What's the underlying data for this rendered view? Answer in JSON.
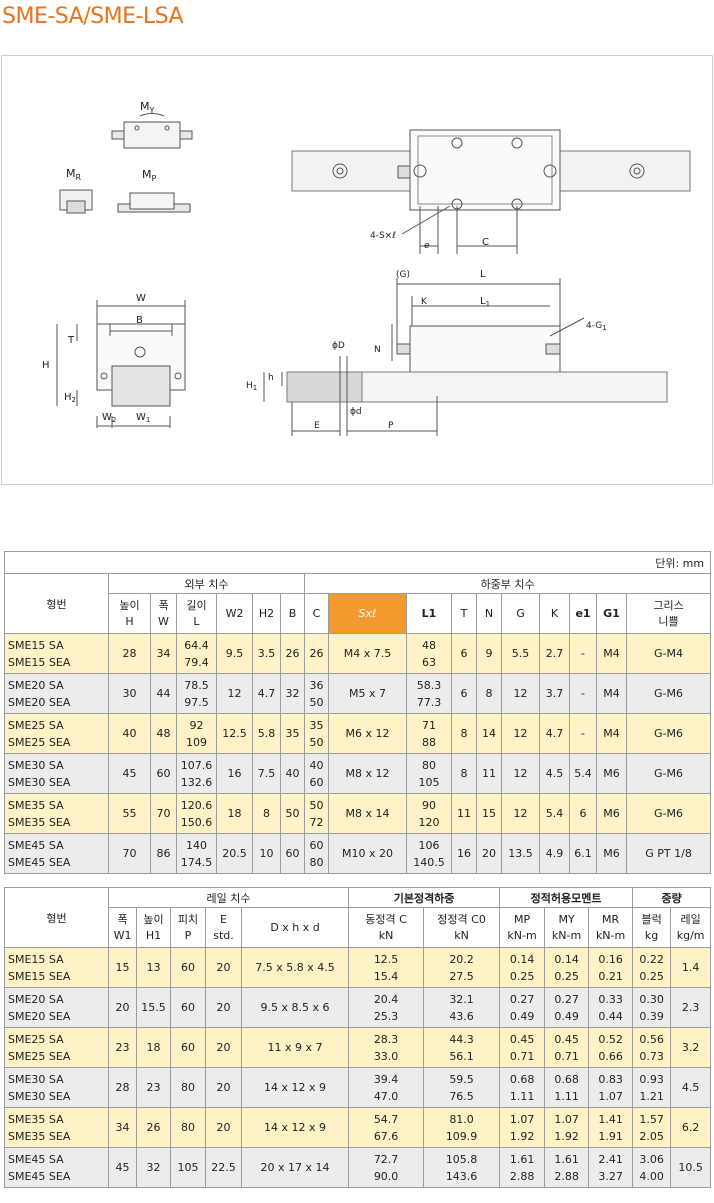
{
  "title": "SME-SA/SME-LSA",
  "unit_label": "단위: mm",
  "diagram": {
    "labels": {
      "my_main": "M",
      "my_sub": "Y",
      "mr_main": "M",
      "mr_sub": "R",
      "mp_main": "M",
      "mp_sub": "P",
      "s4": "4-S×ℓ",
      "e": "e",
      "c": "C",
      "g": "(G)",
      "l": "L",
      "k": "K",
      "l1_main": "L",
      "l1_sub": "1",
      "g1_main": "4-G",
      "g1_sub": "1",
      "n": "N",
      "phi_d_big": "ϕD",
      "phi_d_small": "ϕd",
      "h1_main": "H",
      "h1_sub": "1",
      "h_small": "h",
      "e_big": "E",
      "p": "P",
      "w": "W",
      "b": "B",
      "t": "T",
      "h": "H",
      "h2_main": "H",
      "h2_sub": "2",
      "w2_main": "W",
      "w2_sub": "2",
      "w1_main": "W",
      "w1_sub": "1"
    }
  },
  "table1": {
    "model_header": "형번",
    "outer_group": "외부 치수",
    "load_group": "하중부 치수",
    "headers": [
      "높이\nH",
      "폭\nW",
      "길이\nL",
      "W2",
      "H2",
      "B",
      "C",
      "Sxℓ",
      "L1",
      "T",
      "N",
      "G",
      "K",
      "e1",
      "G1",
      "그리스\n니쁠"
    ],
    "rows": [
      {
        "model": "SME15 SA\nSME15 SEA",
        "cells": [
          "28",
          "34",
          "64.4\n79.4",
          "9.5",
          "3.5",
          "26",
          "26",
          "M4 x 7.5",
          "48\n63",
          "6",
          "9",
          "5.5",
          "2.7",
          "-",
          "M4",
          "G-M4"
        ]
      },
      {
        "model": "SME20 SA\nSME20 SEA",
        "cells": [
          "30",
          "44",
          "78.5\n97.5",
          "12",
          "4.7",
          "32",
          "36\n50",
          "M5 x 7",
          "58.3\n77.3",
          "6",
          "8",
          "12",
          "3.7",
          "-",
          "M4",
          "G-M6"
        ]
      },
      {
        "model": "SME25 SA\nSME25 SEA",
        "cells": [
          "40",
          "48",
          "92\n109",
          "12.5",
          "5.8",
          "35",
          "35\n50",
          "M6 x 12",
          "71\n88",
          "8",
          "14",
          "12",
          "4.7",
          "-",
          "M4",
          "G-M6"
        ]
      },
      {
        "model": "SME30 SA\nSME30 SEA",
        "cells": [
          "45",
          "60",
          "107.6\n132.6",
          "16",
          "7.5",
          "40",
          "40\n60",
          "M8 x 12",
          "80\n105",
          "8",
          "11",
          "12",
          "4.5",
          "5.4",
          "M6",
          "G-M6"
        ]
      },
      {
        "model": "SME35 SA\nSME35 SEA",
        "cells": [
          "55",
          "70",
          "120.6\n150.6",
          "18",
          "8",
          "50",
          "50\n72",
          "M8 x 14",
          "90\n120",
          "11",
          "15",
          "12",
          "5.4",
          "6",
          "M6",
          "G-M6"
        ]
      },
      {
        "model": "SME45 SA\nSME45 SEA",
        "cells": [
          "70",
          "86",
          "140\n174.5",
          "20.5",
          "10",
          "60",
          "60\n80",
          "M10 x 20",
          "106\n140.5",
          "16",
          "20",
          "13.5",
          "4.9",
          "6.1",
          "M6",
          "G PT 1/8"
        ]
      }
    ]
  },
  "table2": {
    "model_header": "형번",
    "rail_group": "레일 치수",
    "basic_group": "기본정격하중",
    "moment_group": "정적허용모멘트",
    "weight_group": "중량",
    "headers": [
      "폭\nW1",
      "높이\nH1",
      "피치\nP",
      "E\nstd.",
      "D x h x d",
      "동정격 C\nkN",
      "정정격 C0\nkN",
      "MP\nkN-m",
      "MY\nkN-m",
      "MR\nkN-m",
      "블럭\nkg",
      "레일\nkg/m"
    ],
    "rows": [
      {
        "model": "SME15 SA\nSME15 SEA",
        "cells": [
          "15",
          "13",
          "60",
          "20",
          "7.5 x 5.8 x 4.5",
          "12.5\n15.4",
          "20.2\n27.5",
          "0.14\n0.25",
          "0.14\n0.25",
          "0.16\n0.21",
          "0.22\n0.25",
          "1.4"
        ]
      },
      {
        "model": "SME20 SA\nSME20 SEA",
        "cells": [
          "20",
          "15.5",
          "60",
          "20",
          "9.5 x 8.5 x 6",
          "20.4\n25.3",
          "32.1\n43.6",
          "0.27\n0.49",
          "0.27\n0.49",
          "0.33\n0.44",
          "0.30\n0.39",
          "2.3"
        ]
      },
      {
        "model": "SME25 SA\nSME25 SEA",
        "cells": [
          "23",
          "18",
          "60",
          "20",
          "11 x 9 x 7",
          "28.3\n33.0",
          "44.3\n56.1",
          "0.45\n0.71",
          "0.45\n0.71",
          "0.52\n0.66",
          "0.56\n0.73",
          "3.2"
        ]
      },
      {
        "model": "SME30 SA\nSME30 SEA",
        "cells": [
          "28",
          "23",
          "80",
          "20",
          "14 x 12 x 9",
          "39.4\n47.0",
          "59.5\n76.5",
          "0.68\n1.11",
          "0.68\n1.11",
          "0.83\n1.07",
          "0.93\n1.21",
          "4.5"
        ]
      },
      {
        "model": "SME35 SA\nSME35 SEA",
        "cells": [
          "34",
          "26",
          "80",
          "20",
          "14 x 12 x 9",
          "54.7\n67.6",
          "81.0\n109.9",
          "1.07\n1.92",
          "1.07\n1.92",
          "1.41\n1.91",
          "1.57\n2.05",
          "6.2"
        ]
      },
      {
        "model": "SME45 SA\nSME45 SEA",
        "cells": [
          "45",
          "32",
          "105",
          "22.5",
          "20 x 17 x 14",
          "72.7\n90.0",
          "105.8\n143.6",
          "1.61\n2.88",
          "1.61\n2.88",
          "2.41\n3.27",
          "3.06\n4.00",
          "10.5"
        ]
      }
    ]
  },
  "colors": {
    "title": "#e8731a",
    "highlight_row": "#fff2c6",
    "alt_row": "#ececec",
    "sx_header": "#f39a2e"
  }
}
